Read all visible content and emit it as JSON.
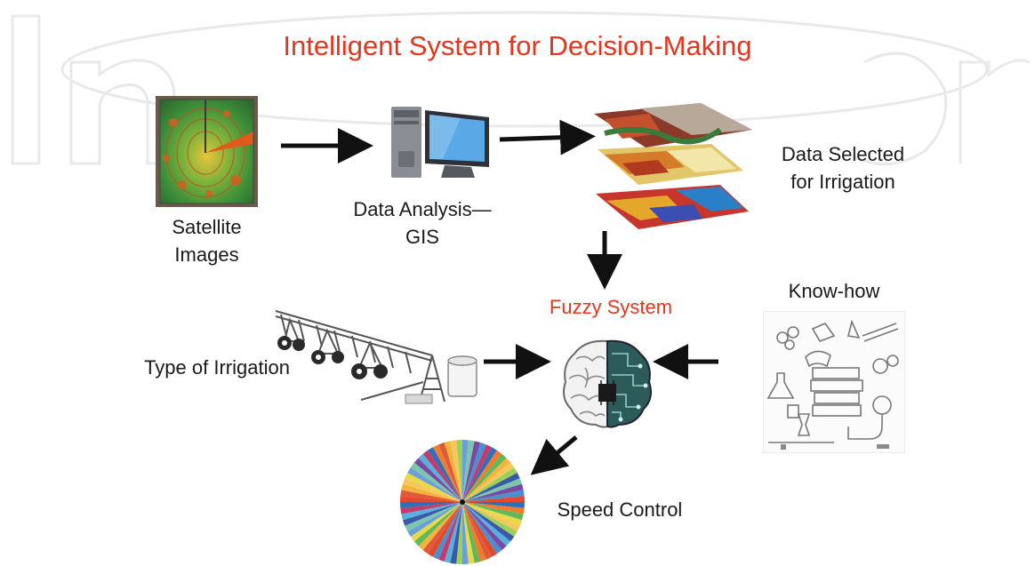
{
  "title": "Intelligent System for Decision-Making",
  "labels": {
    "satellite": [
      "Satellite",
      "Images"
    ],
    "gis": [
      "Data Analysis—",
      "GIS"
    ],
    "data_selected": [
      "Data Selected",
      "for Irrigation"
    ],
    "fuzzy": "Fuzzy System",
    "know_how": "Know-how",
    "irrigation_type": "Type of Irrigation",
    "speed_control": "Speed Control"
  },
  "colors": {
    "title": "#e2361d",
    "fuzzy_label": "#e2361d",
    "arrow": "#111111",
    "text": "#1a1a1a"
  },
  "icons": {
    "satellite": "satellite-image-icon",
    "computer": "computer-icon",
    "layers": "gis-layers-icon",
    "brain": "brain-circuit-icon",
    "irrigation": "center-pivot-irrigation-icon",
    "knowhow": "knowledge-sketch-icon",
    "wheel": "speed-color-wheel-icon"
  }
}
